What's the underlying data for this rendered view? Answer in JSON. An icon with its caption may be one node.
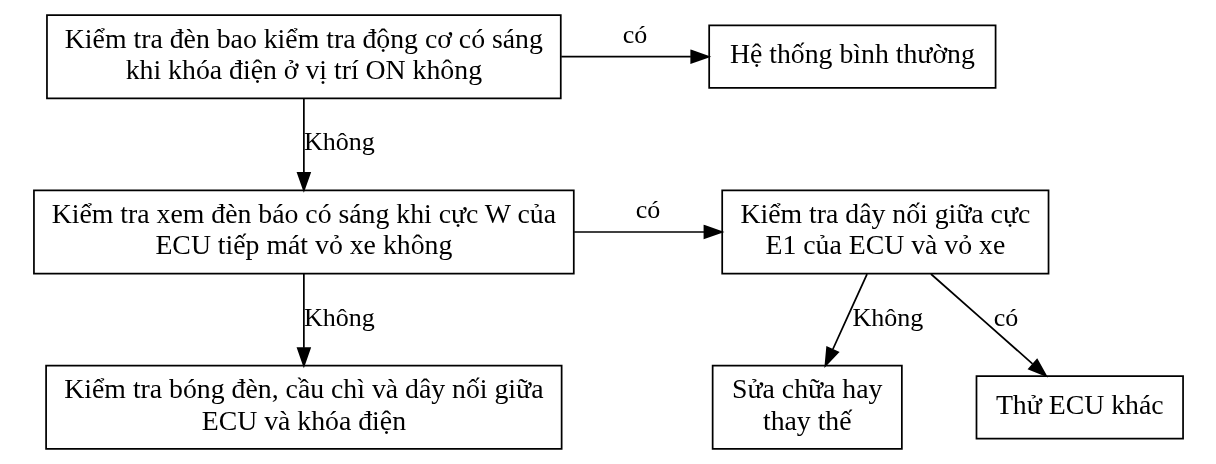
{
  "diagram": {
    "nodes": [
      {
        "text": [
          "Kiểm tra đèn bao kiểm tra động cơ có sáng khi khóa điện ở vị trí ON không"
        ]
      },
      {
        "text": [
          "Hệ thống bình thường"
        ]
      },
      {
        "text": [
          "Kiểm tra xem đèn báo có sáng khi cực W của ECU tiếp mát vỏ xe không"
        ]
      },
      {
        "text": [
          "Kiểm tra dây nối giữa cực E1 của ECU và vỏ xe"
        ]
      },
      {
        "text": [
          "Sửa chữa hay thay thế"
        ]
      },
      {
        "text": [
          "Thử ECU khác"
        ]
      },
      {
        "text": [
          "Kiểm tra bóng đèn, cầu chì và dây nối giữa ECU và khóa điện"
        ]
      }
    ],
    "edges": [
      {
        "from": 0,
        "to": 1,
        "arrow": "to",
        "label": "có"
      },
      {
        "from": 0,
        "to": 2,
        "arrow": "to",
        "label": "Không"
      },
      {
        "from": 2,
        "to": 3,
        "arrow": "to",
        "label": "có"
      },
      {
        "from": 2,
        "to": 6,
        "arrow": "to",
        "label": "Không"
      },
      {
        "from": 3,
        "to": 4,
        "arrow": "to",
        "label": "Không"
      },
      {
        "from": 3,
        "to": 5,
        "arrow": "to",
        "label": "có"
      }
    ]
  }
}
